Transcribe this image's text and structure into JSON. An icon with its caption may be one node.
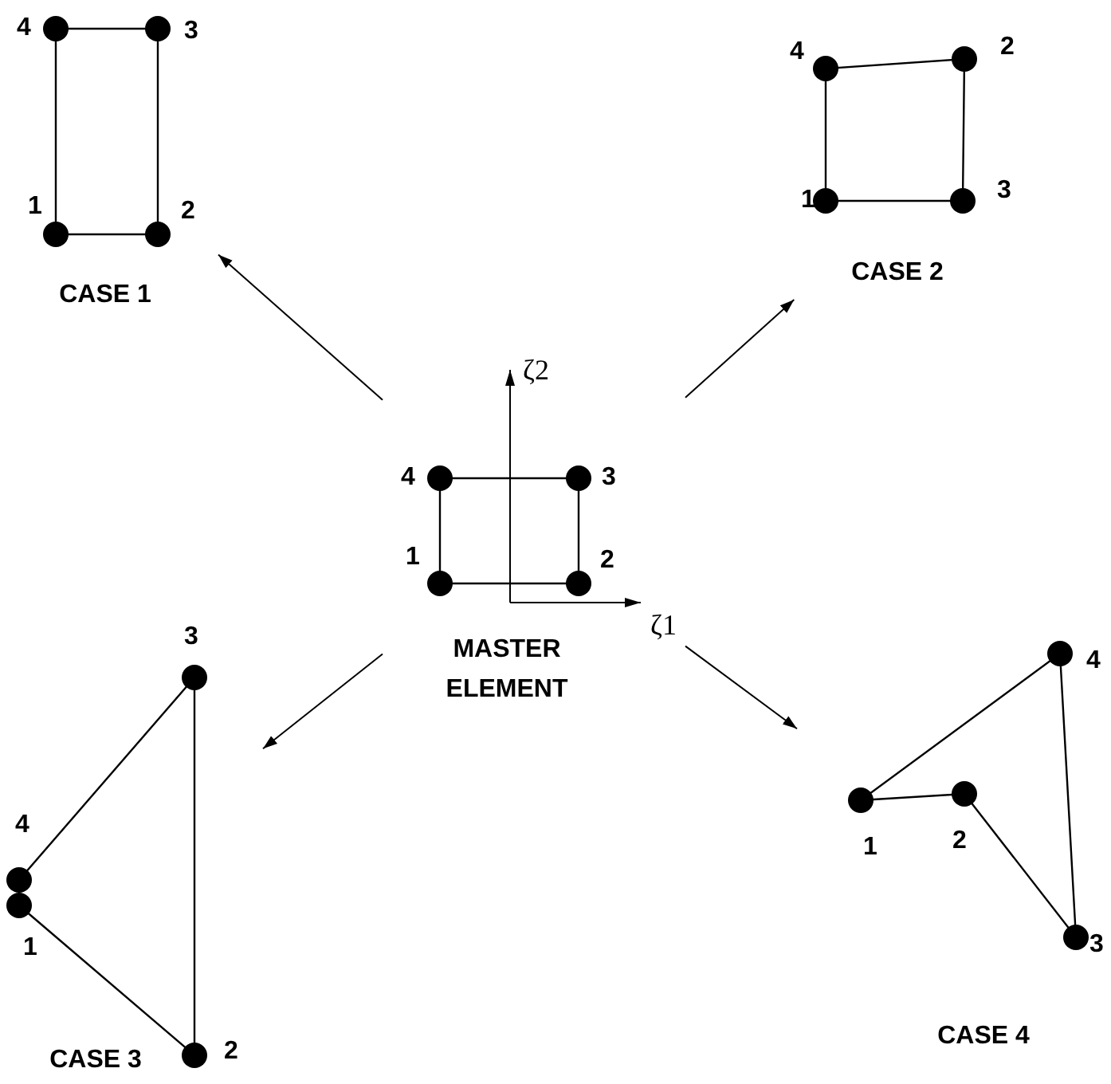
{
  "diagram": {
    "nodes": [
      {
        "text": [
          "CASE 1"
        ]
      },
      {
        "text": [
          "CASE 2"
        ]
      },
      {
        "text": [
          "MASTER ELEMENT"
        ]
      },
      {
        "text": [
          "CASE 3"
        ]
      },
      {
        "text": [
          "CASE 4"
        ]
      }
    ],
    "edges": [
      {
        "from": 2,
        "to": 0,
        "arrow": "to"
      },
      {
        "from": 2,
        "to": 1,
        "arrow": "to"
      },
      {
        "from": 2,
        "to": 3,
        "arrow": "to"
      },
      {
        "from": 2,
        "to": 4,
        "arrow": "to"
      }
    ],
    "labels": [
      "4",
      "3",
      "4",
      "2",
      "1",
      "2",
      "1",
      "3",
      "ζ2",
      "4",
      "3",
      "1",
      "2",
      "3",
      "ζ1",
      "4",
      "4",
      "1",
      "2",
      "1",
      "3",
      "2"
    ]
  }
}
